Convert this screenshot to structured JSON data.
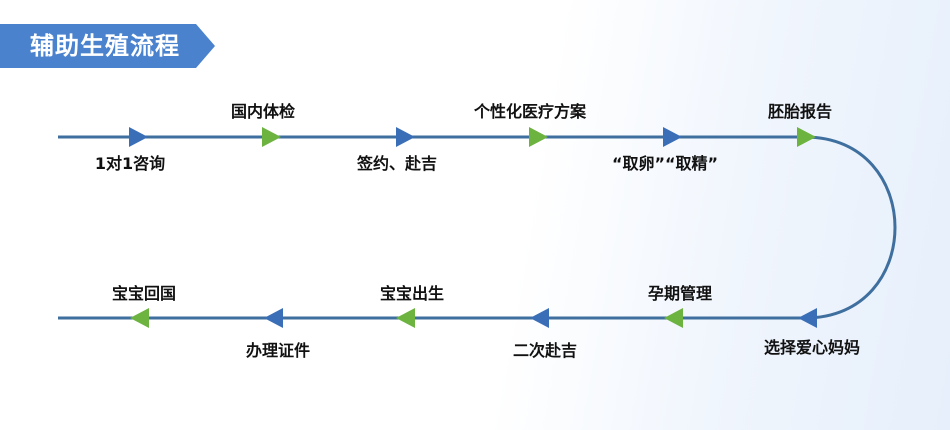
{
  "header": {
    "title": "辅助生殖流程"
  },
  "colors": {
    "line": "#3f6f9e",
    "arrow_blue": "#3a6fb8",
    "arrow_green": "#6cb33f",
    "title_bg": "#4a82ce"
  },
  "steps": [
    {
      "label": "1对1咨询"
    },
    {
      "label": "国内体检"
    },
    {
      "label": "签约、赴吉"
    },
    {
      "label": "个性化医疗方案"
    },
    {
      "label": "“取卵”“取精”"
    },
    {
      "label": "胚胎报告"
    },
    {
      "label": "选择爱心妈妈"
    },
    {
      "label": "孕期管理"
    },
    {
      "label": "二次赴吉"
    },
    {
      "label": "宝宝出生"
    },
    {
      "label": "办理证件"
    },
    {
      "label": "宝宝回国"
    }
  ]
}
